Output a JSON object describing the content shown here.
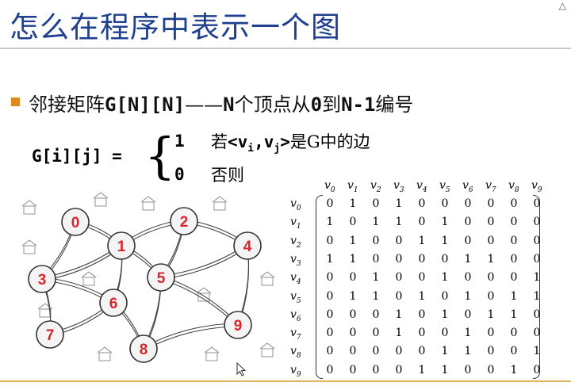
{
  "title": "怎么在程序中表示一个图",
  "bullet": {
    "prefix": "邻接矩阵",
    "code": "G[N][N]",
    "dash": "——",
    "n": "N",
    "mid": "个顶点从",
    "zero": "0",
    "to": "到",
    "nminus": "N-1",
    "suffix": "编号"
  },
  "formula": {
    "lhs": "G[i][j] =",
    "case1_value": "1",
    "case1_text_pre": "若",
    "case1_edge": "<v",
    "case1_i": "i",
    "case1_comma": ",v",
    "case1_j": "j",
    "case1_close": ">",
    "case1_text_post": "是G中的边",
    "case2_value": "0",
    "case2_text": "否则"
  },
  "graph": {
    "nodes": [
      "0",
      "1",
      "2",
      "3",
      "4",
      "5",
      "6",
      "7",
      "8",
      "9"
    ],
    "edges": [
      [
        "0",
        "1"
      ],
      [
        "0",
        "3"
      ],
      [
        "1",
        "2"
      ],
      [
        "1",
        "3"
      ],
      [
        "1",
        "5"
      ],
      [
        "1",
        "6"
      ],
      [
        "2",
        "4"
      ],
      [
        "2",
        "5"
      ],
      [
        "3",
        "6"
      ],
      [
        "3",
        "7"
      ],
      [
        "4",
        "5"
      ],
      [
        "4",
        "9"
      ],
      [
        "5",
        "8"
      ],
      [
        "5",
        "9"
      ],
      [
        "6",
        "8"
      ],
      [
        "6",
        "7"
      ],
      [
        "8",
        "9"
      ]
    ],
    "node_color": "#d9262c"
  },
  "matrix": {
    "labels": [
      "v0",
      "v1",
      "v2",
      "v3",
      "v4",
      "v5",
      "v6",
      "v7",
      "v8",
      "v9"
    ],
    "rows": [
      [
        "0",
        "1",
        "0",
        "1",
        "0",
        "0",
        "0",
        "0",
        "0",
        "0"
      ],
      [
        "1",
        "0",
        "1",
        "1",
        "0",
        "1",
        "0",
        "0",
        "0",
        "0"
      ],
      [
        "0",
        "1",
        "0",
        "0",
        "1",
        "1",
        "0",
        "0",
        "0",
        "0"
      ],
      [
        "1",
        "1",
        "0",
        "0",
        "0",
        "0",
        "1",
        "1",
        "0",
        "0"
      ],
      [
        "0",
        "0",
        "1",
        "0",
        "0",
        "1",
        "0",
        "0",
        "0",
        "1"
      ],
      [
        "0",
        "1",
        "1",
        "0",
        "1",
        "0",
        "1",
        "0",
        "1",
        "1"
      ],
      [
        "0",
        "0",
        "0",
        "1",
        "0",
        "1",
        "0",
        "1",
        "1",
        "0"
      ],
      [
        "0",
        "0",
        "0",
        "1",
        "0",
        "0",
        "1",
        "0",
        "0",
        "0"
      ],
      [
        "0",
        "0",
        "0",
        "0",
        "0",
        "1",
        "1",
        "0",
        "0",
        "1"
      ],
      [
        "0",
        "0",
        "0",
        "0",
        "1",
        "1",
        "0",
        "0",
        "1",
        "0"
      ]
    ]
  }
}
